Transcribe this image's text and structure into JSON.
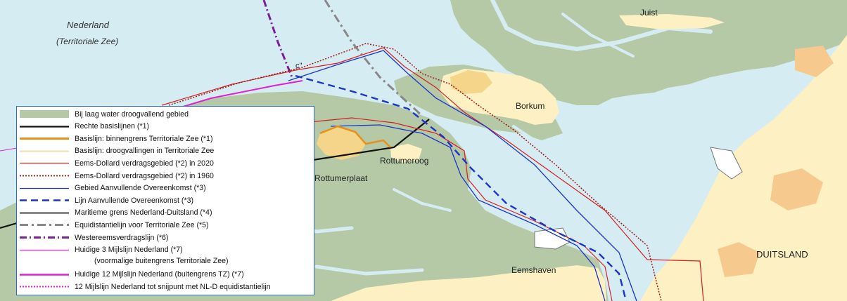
{
  "map": {
    "labels": {
      "nederland": "Nederland",
      "territoriale_zee": "(Territoriale Zee)",
      "juist": "Juist",
      "borkum": "Borkum",
      "rottumeroog": "Rottumeroog",
      "rottumerplaat": "Rottumerplaat",
      "eemshaven": "Eemshaven",
      "duitsland": "DUITSLAND",
      "point_c": "c\""
    },
    "colors": {
      "water": "#d6ecf3",
      "tidal_flat": "#b5c9a6",
      "land": "#fdf0c2",
      "dune": "#f4d58a",
      "urban": "#f6c98e",
      "baseline_black": "#111111",
      "baseline_orange": "#e8901e",
      "eems_2020": "#d42020",
      "eems_1960": "#a01818",
      "aanvullend": "#1a35c8",
      "maritime_border": "#888888",
      "westereems": "#7a1f9a",
      "mijlslijn": "#e020d0"
    }
  },
  "legend": {
    "items": [
      {
        "label": "Bij laag water droogvallend gebied",
        "symbol": "fill-green"
      },
      {
        "label": "Rechte basislijnen (*1)",
        "symbol": "line-black"
      },
      {
        "label": "Basislijn: binnengrens Territoriale Zee (*1)",
        "symbol": "line-orange"
      },
      {
        "label": "Basislijn: droogvallingen in Territoriale Zee",
        "symbol": "line-tan"
      },
      {
        "label": "Eems-Dollard verdragsgebied (*2) in 2020",
        "symbol": "line-red"
      },
      {
        "label": "Eems-Dollard verdragsgebied (*2) in 1960",
        "symbol": "line-red-dotted"
      },
      {
        "label": "Gebied Aanvullende Overeenkomst (*3)",
        "symbol": "line-blue"
      },
      {
        "label": "Lijn Aanvullende Overeenkomst (*3)",
        "symbol": "line-blue-dashed"
      },
      {
        "label": "Maritieme grens Nederland-Duitsland (*4)",
        "symbol": "line-grey"
      },
      {
        "label": "Equidistantielijn voor Territoriale Zee (*5)",
        "symbol": "line-grey-dashdot"
      },
      {
        "label": "Westereemsverdragslijn (*6)",
        "symbol": "line-purple-dashdot"
      },
      {
        "label": "Huidige 3 Mijlslijn Nederland (*7)",
        "symbol": "line-magenta-thin"
      },
      {
        "label": "(voormalige buitengrens Territoriale Zee)",
        "symbol": "none"
      },
      {
        "label": "Huidige 12 Mijlslijn Nederland (buitengrens TZ) (*7)",
        "symbol": "line-magenta-thick"
      },
      {
        "label": "12 Mijlslijn Nederland tot snijpunt met NL-D equidistantielijn",
        "symbol": "line-magenta-dotted"
      }
    ]
  }
}
